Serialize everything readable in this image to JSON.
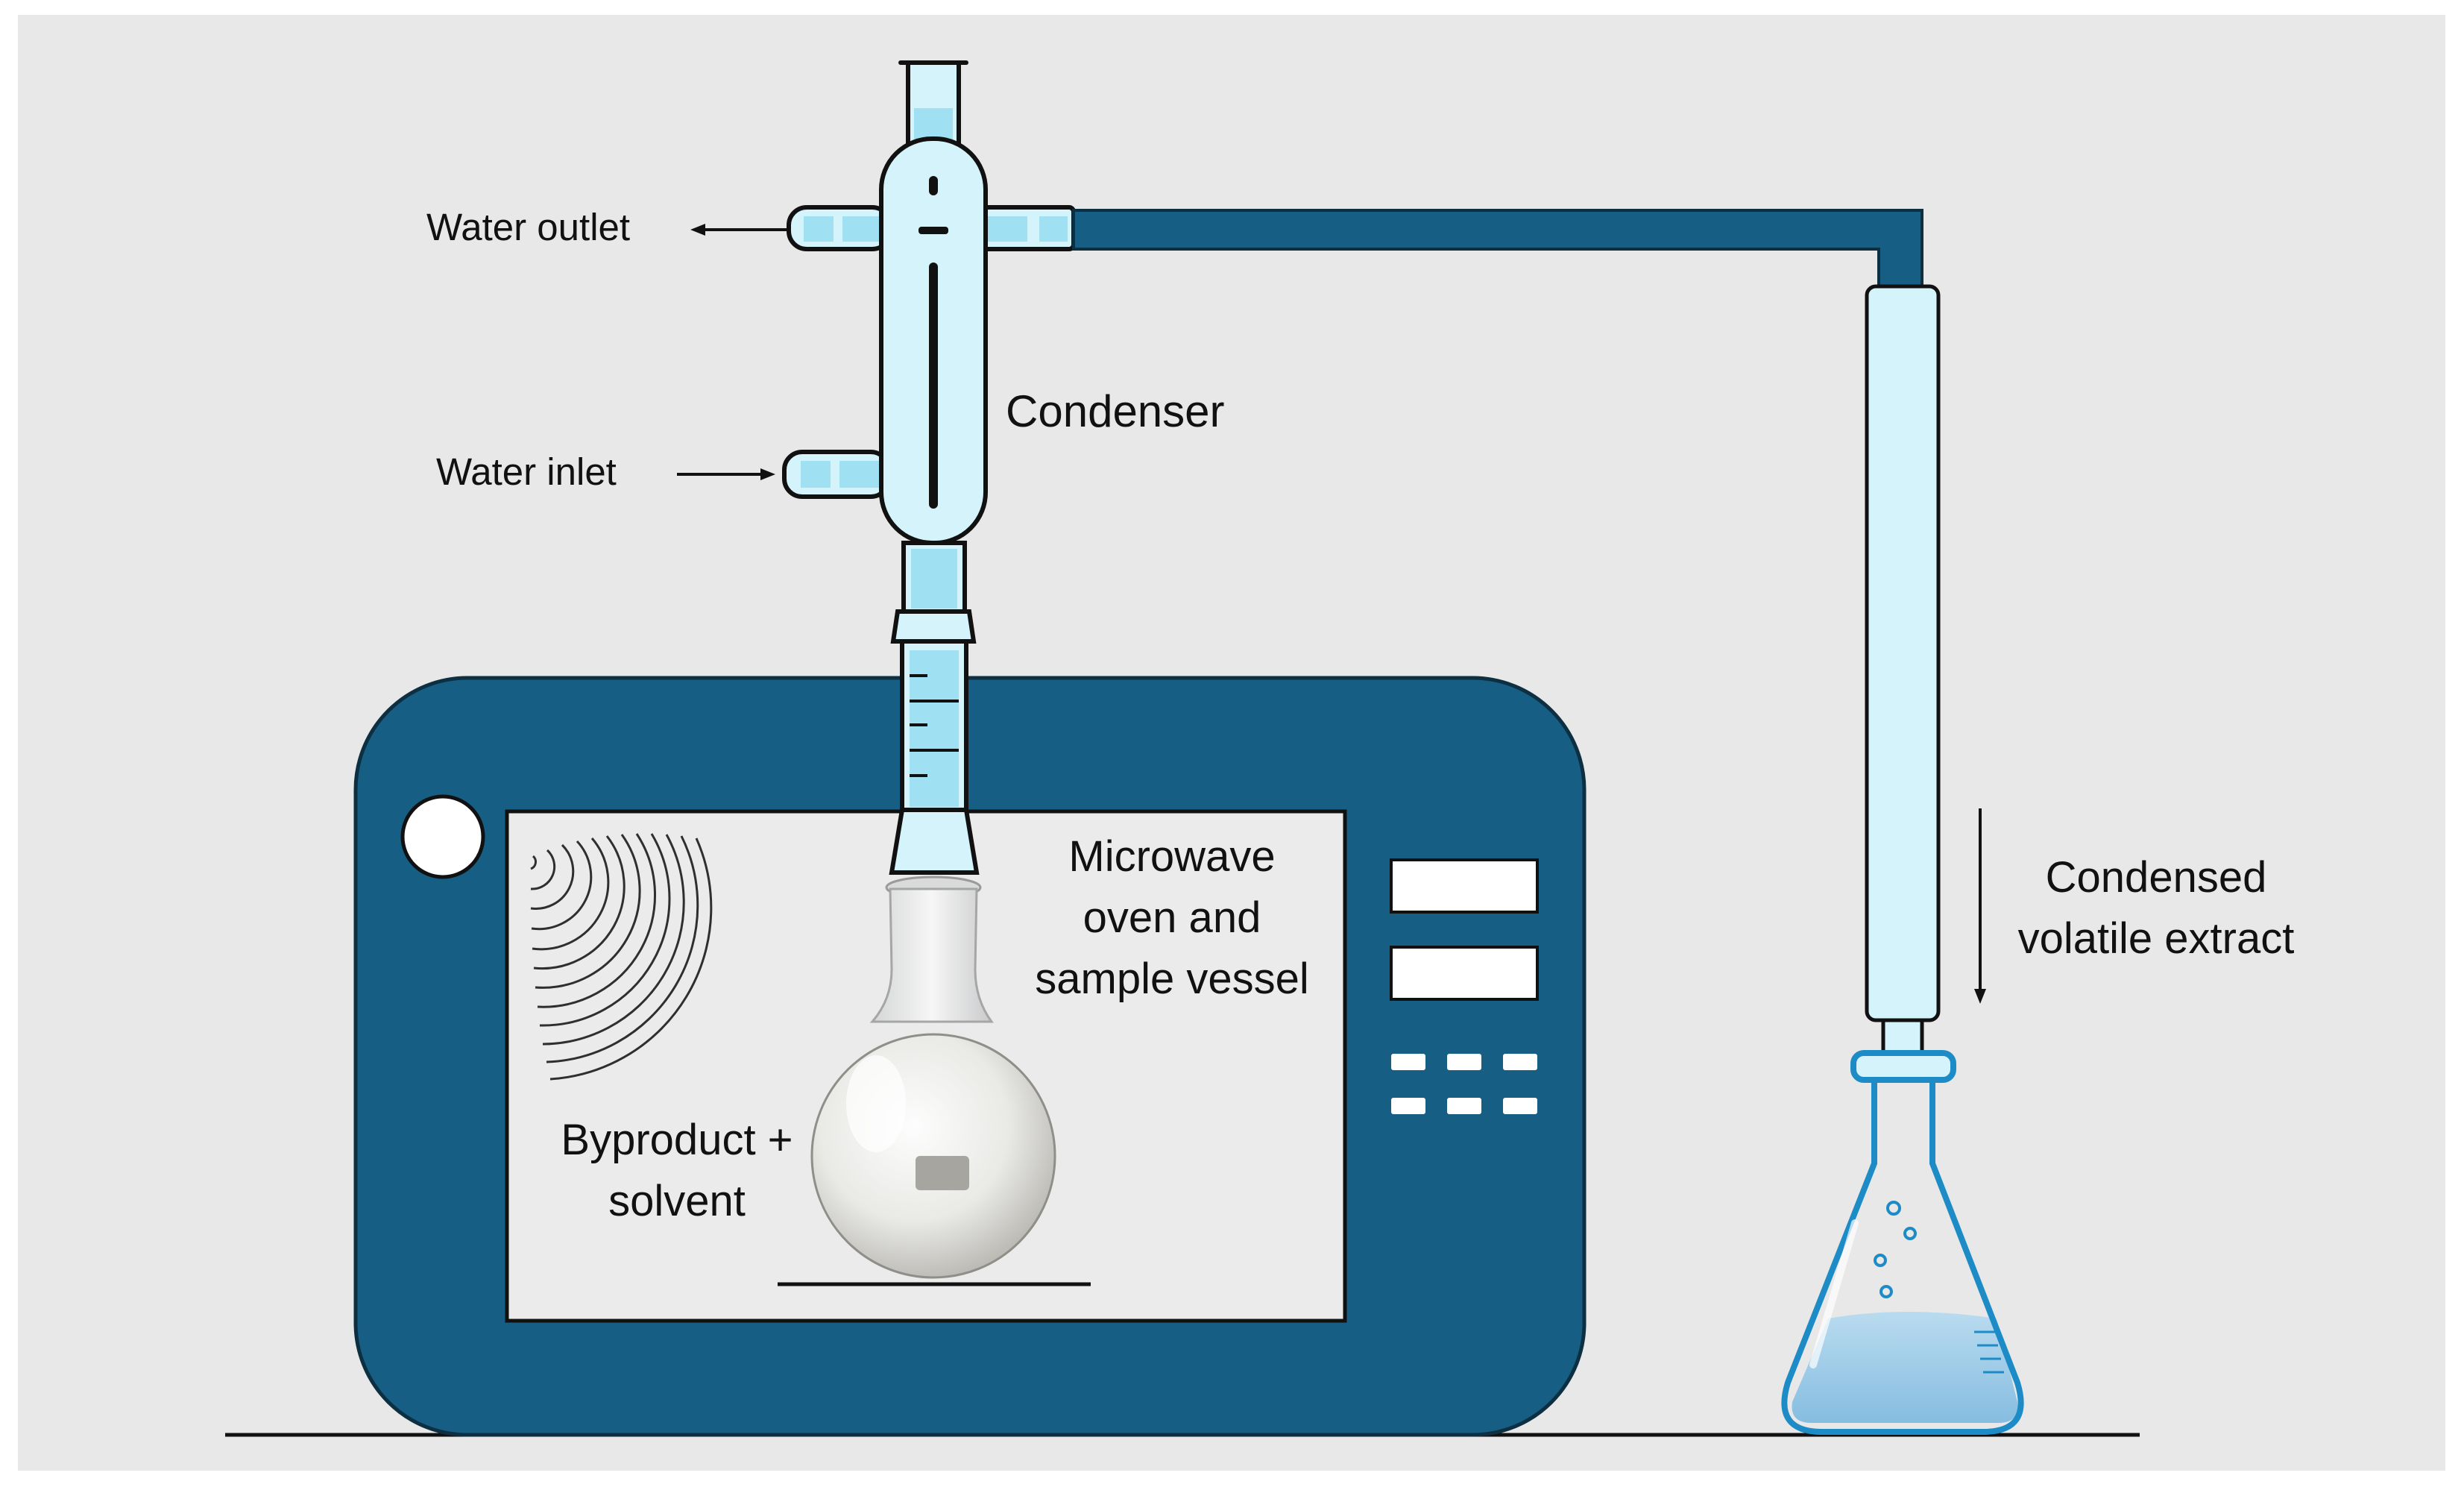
{
  "labels": {
    "water_outlet": "Water outlet",
    "water_inlet": "Water inlet",
    "condenser": "Condenser",
    "microwave_line1": "Microwave",
    "microwave_line2": "oven and",
    "microwave_line3": "sample vessel",
    "byproduct_line1": "Byproduct +",
    "byproduct_line2": "solvent",
    "condensed_line1": "Condensed",
    "condensed_line2": "volatile extract"
  },
  "colors": {
    "background": "#e8e8e8",
    "oven_body": "#175e84",
    "oven_window": "#ebebeb",
    "glass_fill": "#d4f3fb",
    "water_fill": "#9fe1f2",
    "outline": "#111111",
    "flask_liquid": "#a9cfe7",
    "flask_outline": "#1d8bc6"
  }
}
